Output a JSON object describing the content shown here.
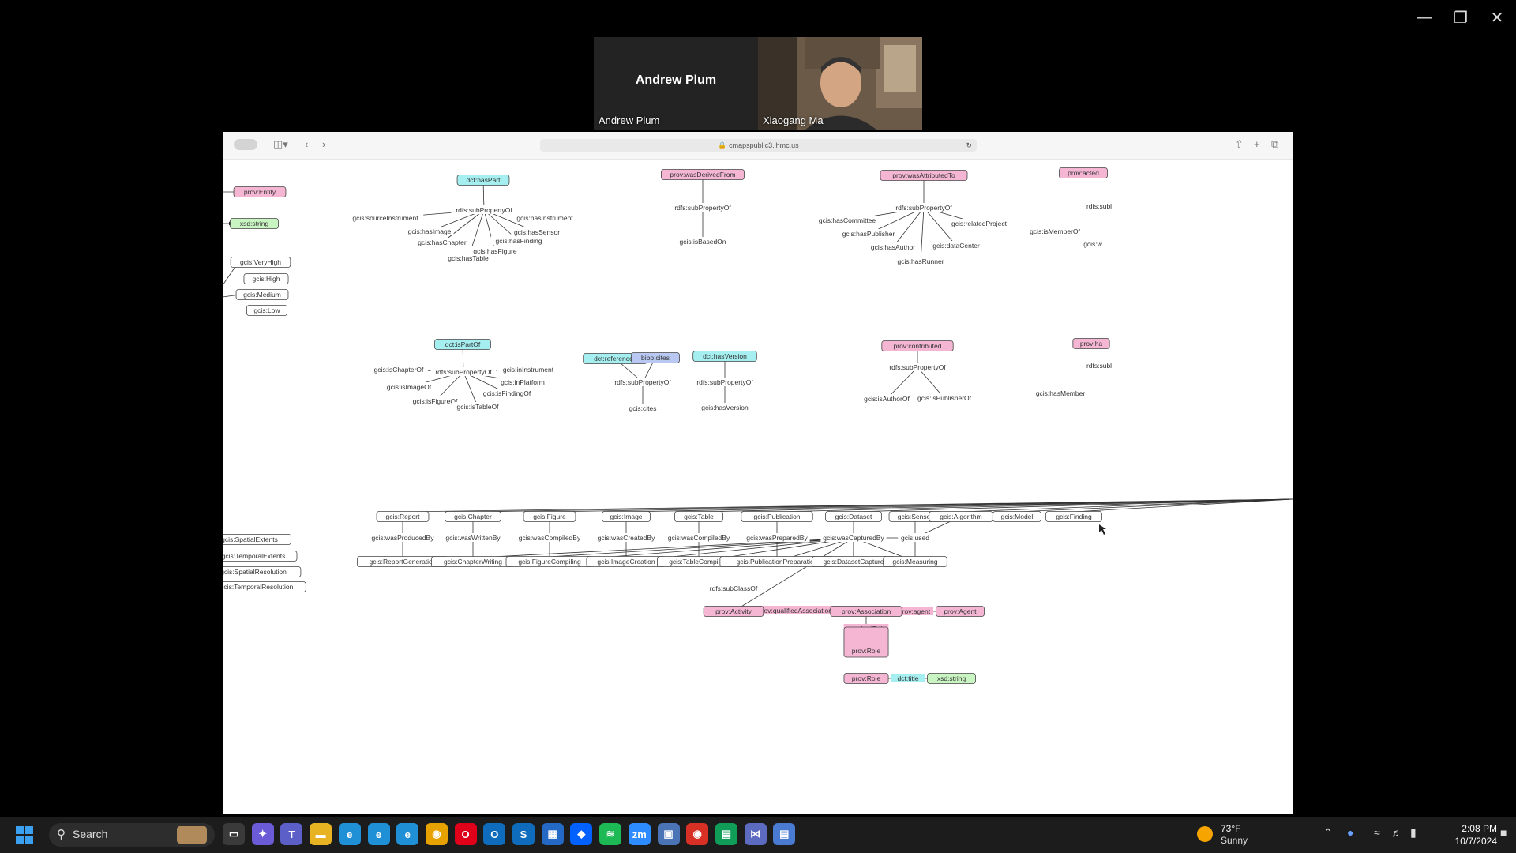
{
  "participants": [
    {
      "display": "Andrew Plum",
      "name": "Andrew Plum"
    },
    {
      "name": "Xiaogang Ma"
    }
  ],
  "browser": {
    "url": "cmapspublic3.ihmc.us"
  },
  "concept_map": {
    "nodes": [
      {
        "id": "n1",
        "label": "prov:Entity",
        "style": "pink"
      },
      {
        "id": "n2",
        "label": "xsd:string",
        "style": "green"
      },
      {
        "id": "n3",
        "label": "gcis:VeryHigh",
        "style": "white"
      },
      {
        "id": "n4",
        "label": "gcis:High",
        "style": "white"
      },
      {
        "id": "n5",
        "label": "gcis:Medium",
        "style": "white"
      },
      {
        "id": "n6",
        "label": "gcis:Low",
        "style": "white"
      },
      {
        "id": "n7",
        "label": "dct:hasPart",
        "style": "cyan"
      },
      {
        "id": "n8",
        "label": "prov:wasDerivedFrom",
        "style": "pink"
      },
      {
        "id": "n9",
        "label": "prov:wasAttributedTo",
        "style": "pink"
      },
      {
        "id": "n10",
        "label": "prov:acted",
        "style": "pink"
      },
      {
        "id": "n11",
        "label": "dct:isPartOf",
        "style": "cyan"
      },
      {
        "id": "n12",
        "label": "dct:references",
        "style": "cyan"
      },
      {
        "id": "n13",
        "label": "bibo:cites",
        "style": "blue"
      },
      {
        "id": "n14",
        "label": "dct:hasVersion",
        "style": "cyan"
      },
      {
        "id": "n15",
        "label": "prov:contributed",
        "style": "pink"
      },
      {
        "id": "n16",
        "label": "prov:ha",
        "style": "pink"
      },
      {
        "id": "n17",
        "label": "gcis:SpatialExtents",
        "style": "white"
      },
      {
        "id": "n18",
        "label": "gcis:TemporalExtents",
        "style": "white"
      },
      {
        "id": "n19",
        "label": "gcis:SpatialResolution",
        "style": "white"
      },
      {
        "id": "n20",
        "label": "gcis:TemporalResolution",
        "style": "white"
      },
      {
        "id": "c1",
        "label": "gcis:Report",
        "style": "white"
      },
      {
        "id": "c2",
        "label": "gcis:Chapter",
        "style": "white"
      },
      {
        "id": "c3",
        "label": "gcis:Figure",
        "style": "white"
      },
      {
        "id": "c4",
        "label": "gcis:Image",
        "style": "white"
      },
      {
        "id": "c5",
        "label": "gcis:Table",
        "style": "white"
      },
      {
        "id": "c6",
        "label": "gcis:Publication",
        "style": "white"
      },
      {
        "id": "c7",
        "label": "gcis:Dataset",
        "style": "white"
      },
      {
        "id": "c8",
        "label": "gcis:Sensor",
        "style": "white"
      },
      {
        "id": "c9",
        "label": "gcis:Algorithm",
        "style": "white"
      },
      {
        "id": "c10",
        "label": "gcis:Model",
        "style": "white"
      },
      {
        "id": "c11",
        "label": "gcis:Finding",
        "style": "white"
      },
      {
        "id": "a1",
        "label": "gcis:ReportGeneration",
        "style": "white"
      },
      {
        "id": "a2",
        "label": "gcis:ChapterWriting",
        "style": "white"
      },
      {
        "id": "a3",
        "label": "gcis:FigureCompiling",
        "style": "white"
      },
      {
        "id": "a4",
        "label": "gcis:ImageCreation",
        "style": "white"
      },
      {
        "id": "a5",
        "label": "gcis:TableCompiling",
        "style": "white"
      },
      {
        "id": "a6",
        "label": "gcis:PublicationPreparation",
        "style": "white"
      },
      {
        "id": "a7",
        "label": "gcis:DatasetCapture",
        "style": "white"
      },
      {
        "id": "a8",
        "label": "gcis:Measuring",
        "style": "white"
      },
      {
        "id": "p1",
        "label": "prov:Activity",
        "style": "pink"
      },
      {
        "id": "p2",
        "label": "prov:Association",
        "style": "pink"
      },
      {
        "id": "p3",
        "label": "prov:Agent",
        "style": "pink"
      },
      {
        "id": "p4",
        "label": "prov:Role",
        "style": "pink"
      },
      {
        "id": "p5",
        "label": "prov:Role",
        "style": "pink"
      },
      {
        "id": "p6",
        "label": "xsd:string",
        "style": "green"
      }
    ],
    "link_labels": [
      "rdfs:subPropertyOf",
      "gcis:sourceInstrument",
      "gcis:hasInstrument",
      "gcis:hasImage",
      "gcis:hasSensor",
      "gcis:hasChapter",
      "gcis:hasFinding",
      "gcis:hasFigure",
      "gcis:hasTable",
      "rdfs:subPropertyOf",
      "gcis:isBasedOn",
      "rdfs:subPropertyOf",
      "gcis:hasCommittee",
      "gcis:relatedProject",
      "gcis:hasPublisher",
      "gcis:dataCenter",
      "gcis:hasAuthor",
      "gcis:hasRunner",
      "rdfs:subl",
      "gcis:isMemberOf",
      "gcis:w",
      "rdfs:subPropertyOf",
      "gcis:isChapterOf",
      "gcis:inInstrument",
      "gcis:isImageOf",
      "gcis:inPlatform",
      "gcis:isFindingOf",
      "gcis:isFigureOf",
      "gcis:isTableOf",
      "rdfs:subPropertyOf",
      "gcis:cites",
      "rdfs:subPropertyOf",
      "gcis:hasVersion",
      "rdfs:subPropertyOf",
      "gcis:isAuthorOf",
      "gcis:isPublisherOf",
      "rdfs:subl",
      "gcis:hasMember",
      "gcis:wasProducedBy",
      "gcis:wasWrittenBy",
      "gcis:wasCompiledBy",
      "gcis:wasCreatedBy",
      "gcis:wasCompiledBy",
      "gcis:wasPreparedBy",
      "gcis:wasCapturedBy",
      "gcis:used",
      "rdfs:subClassOf",
      "prov:qualifiedAssociation",
      "prov:agent",
      "prov:hadRole",
      "dct:title"
    ]
  },
  "taskbar": {
    "search_placeholder": "Search",
    "apps": [
      {
        "name": "task-view",
        "glyph": "▭"
      },
      {
        "name": "copilot",
        "glyph": "✦"
      },
      {
        "name": "teams",
        "glyph": "T"
      },
      {
        "name": "file-explorer",
        "glyph": "▬"
      },
      {
        "name": "edge",
        "glyph": "e"
      },
      {
        "name": "edge-beta",
        "glyph": "e"
      },
      {
        "name": "edge-dev",
        "glyph": "e"
      },
      {
        "name": "chrome",
        "glyph": "◉"
      },
      {
        "name": "opera",
        "glyph": "O"
      },
      {
        "name": "outlook",
        "glyph": "O"
      },
      {
        "name": "visual-studio",
        "glyph": "S"
      },
      {
        "name": "store",
        "glyph": "▦"
      },
      {
        "name": "dropbox",
        "glyph": "◆"
      },
      {
        "name": "spotify",
        "glyph": "≋"
      },
      {
        "name": "zoom",
        "glyph": "zm"
      },
      {
        "name": "network-app",
        "glyph": "▣"
      },
      {
        "name": "chrome-profile",
        "glyph": "◉"
      },
      {
        "name": "sheets",
        "glyph": "▤"
      },
      {
        "name": "vscode",
        "glyph": "⋈"
      },
      {
        "name": "notepad",
        "glyph": "▤"
      }
    ],
    "weather": {
      "temp": "73°F",
      "condition": "Sunny"
    },
    "time": "2:08 PM",
    "date": "10/7/2024"
  },
  "colors": {
    "pink": "#f5b6d4",
    "cyan": "#a5eff0",
    "green": "#c9f5c3",
    "blue": "#b8c8f3",
    "white": "#ffffff"
  }
}
